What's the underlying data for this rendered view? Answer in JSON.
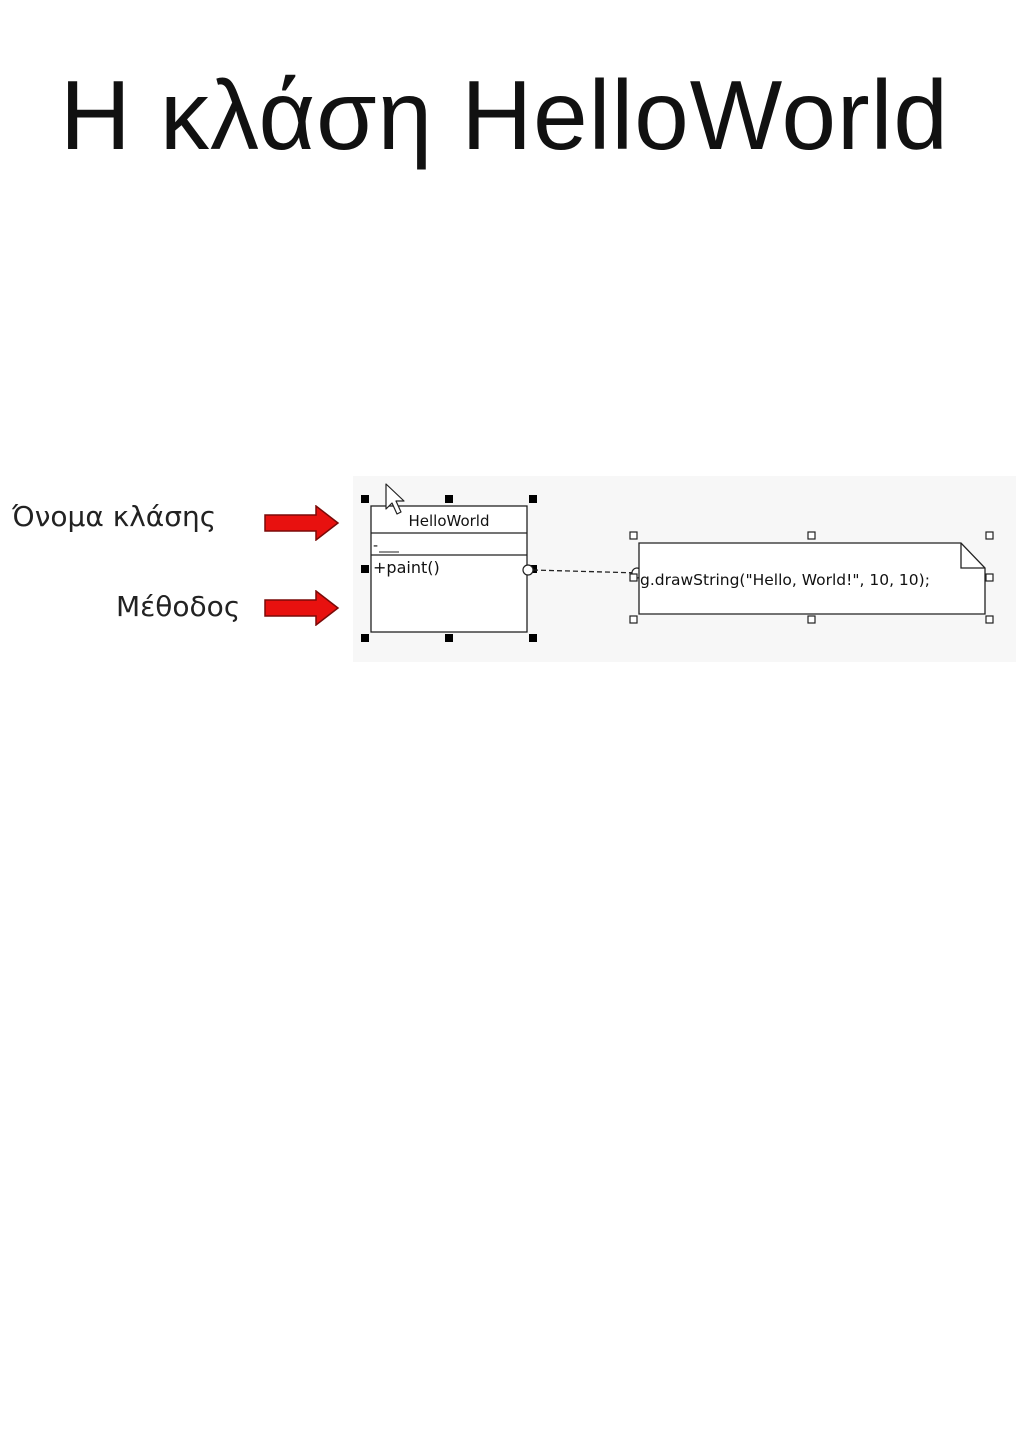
{
  "title": "Η κλάση HelloWorld",
  "annotations": {
    "class_name_label": "Όνομα κλάσης",
    "method_label": "Μέθοδος",
    "arrow_color": "#e8110f"
  },
  "uml_class": {
    "name": "HelloWorld",
    "attributes_placeholder": "-",
    "method": "+paint()"
  },
  "note": {
    "text": "g.drawString(\"Hello, World!\", 10, 10);"
  },
  "colors": {
    "diagram_background": "#f7f7f7",
    "line": "#222222"
  }
}
